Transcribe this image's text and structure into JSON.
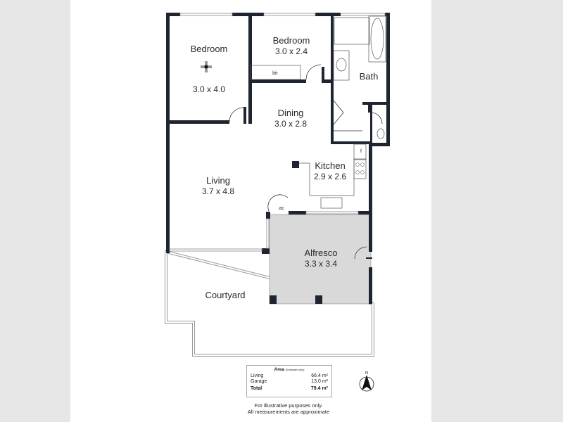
{
  "rooms": [
    {
      "name": "Bedroom",
      "size": "3.0 x 4.0"
    },
    {
      "name": "Bedroom",
      "size": "3.0 x 2.4"
    },
    {
      "name": "Bath"
    },
    {
      "name": "Dining",
      "size": "3.0 x 2.8"
    },
    {
      "name": "Kitchen",
      "size": "2.9 x 2.6"
    },
    {
      "name": "Living",
      "size": "3.7 x 4.8"
    },
    {
      "name": "Alfresco",
      "size": "3.3 x 3.4"
    },
    {
      "name": "Courtyard"
    }
  ],
  "fixtures": {
    "robe": "bir",
    "aircon": "ac",
    "fridge": "f"
  },
  "area": {
    "title": "Area",
    "subtitle": "(Estimate only)",
    "rows": [
      {
        "label": "Living",
        "value": "66.4 m²"
      },
      {
        "label": "Garage",
        "value": "13.0 m²"
      }
    ],
    "total_label": "Total",
    "total_value": "79.4 m²"
  },
  "compass": {
    "label": "N"
  },
  "note": [
    "For illustrative purposes only.",
    "All measurements are approximate"
  ],
  "colors": {
    "wall": "#1e2530",
    "alfresco": "#d9d9d9",
    "side_panels": "#e6e6e6"
  }
}
